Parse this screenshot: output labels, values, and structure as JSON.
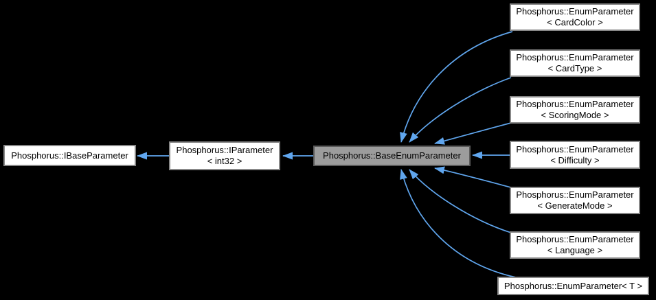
{
  "diagram": {
    "type": "class-inheritance-graph",
    "colors": {
      "background": "#000000",
      "edge": "#60a6ee",
      "node_fill": "#ffffff",
      "node_border": "#878787",
      "highlight_fill": "#9c9c9c",
      "highlight_border": "#5b5b5b",
      "text": "#000000"
    },
    "nodes": [
      {
        "id": "ibaseparameter",
        "label": "Phosphorus::IBaseParameter",
        "highlighted": false
      },
      {
        "id": "iparameter-int32",
        "label": "Phosphorus::IParameter\n< int32 >",
        "highlighted": false
      },
      {
        "id": "baseenumparameter",
        "label": "Phosphorus::BaseEnumParameter",
        "highlighted": true
      },
      {
        "id": "enumparameter-cardcolor",
        "label": "Phosphorus::EnumParameter\n< CardColor >",
        "highlighted": false
      },
      {
        "id": "enumparameter-cardtype",
        "label": "Phosphorus::EnumParameter\n< CardType >",
        "highlighted": false
      },
      {
        "id": "enumparameter-scoringmode",
        "label": "Phosphorus::EnumParameter\n< ScoringMode >",
        "highlighted": false
      },
      {
        "id": "enumparameter-difficulty",
        "label": "Phosphorus::EnumParameter\n< Difficulty >",
        "highlighted": false
      },
      {
        "id": "enumparameter-generatemode",
        "label": "Phosphorus::EnumParameter\n< GenerateMode >",
        "highlighted": false
      },
      {
        "id": "enumparameter-language",
        "label": "Phosphorus::EnumParameter\n< Language >",
        "highlighted": false
      },
      {
        "id": "enumparameter-t",
        "label": "Phosphorus::EnumParameter< T >",
        "highlighted": false
      }
    ],
    "edges": [
      {
        "from": "Phosphorus::IParameter< int32 >",
        "to": "Phosphorus::IBaseParameter",
        "relation": "public inheritance"
      },
      {
        "from": "Phosphorus::BaseEnumParameter",
        "to": "Phosphorus::IParameter< int32 >",
        "relation": "public inheritance"
      },
      {
        "from": "Phosphorus::EnumParameter< CardColor >",
        "to": "Phosphorus::BaseEnumParameter",
        "relation": "public inheritance"
      },
      {
        "from": "Phosphorus::EnumParameter< CardType >",
        "to": "Phosphorus::BaseEnumParameter",
        "relation": "public inheritance"
      },
      {
        "from": "Phosphorus::EnumParameter< ScoringMode >",
        "to": "Phosphorus::BaseEnumParameter",
        "relation": "public inheritance"
      },
      {
        "from": "Phosphorus::EnumParameter< Difficulty >",
        "to": "Phosphorus::BaseEnumParameter",
        "relation": "public inheritance"
      },
      {
        "from": "Phosphorus::EnumParameter< GenerateMode >",
        "to": "Phosphorus::BaseEnumParameter",
        "relation": "public inheritance"
      },
      {
        "from": "Phosphorus::EnumParameter< Language >",
        "to": "Phosphorus::BaseEnumParameter",
        "relation": "public inheritance"
      },
      {
        "from": "Phosphorus::EnumParameter< T >",
        "to": "Phosphorus::BaseEnumParameter",
        "relation": "public inheritance"
      }
    ]
  }
}
